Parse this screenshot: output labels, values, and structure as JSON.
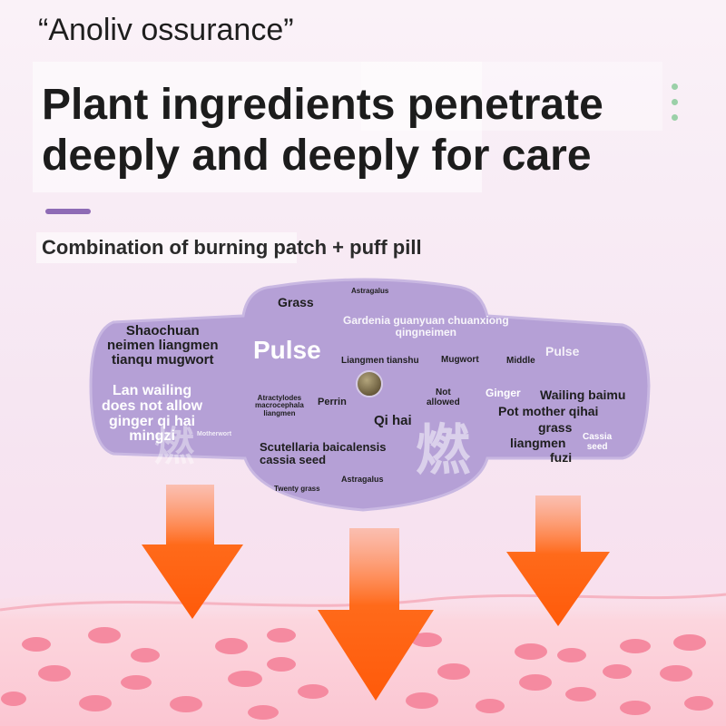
{
  "header": {
    "brand": "“Anoliv ossurance”",
    "headline_line1": "Plant ingredients penetrate",
    "headline_line2": "deeply and deeply for care",
    "subtitle": "Combination of burning patch + puff pill"
  },
  "patch": {
    "labels": {
      "grass_top": "Grass",
      "astragalus_top": "Astragalus",
      "gardenia_line1": "Gardenia guanyuan chuanxiong",
      "gardenia_line2": "qingneimen",
      "shaochuan_line1": "Shaochuan",
      "shaochuan_line2": "neimen liangmen",
      "shaochuan_line3": "tianqu mugwort",
      "pulse_main": "Pulse",
      "liangmen_tianshu": "Liangmen tianshu",
      "mugwort": "Mugwort",
      "middle": "Middle",
      "pulse_small": "Pulse",
      "lan_line1": "Lan wailing",
      "lan_line2": "does not allow",
      "lan_line3": "ginger qi hai",
      "lan_line4": "mingzi",
      "motherwort": "Motherwort",
      "atractylodes_line1": "Atractylodes",
      "atractylodes_line2": "macrocephala",
      "atractylodes_line3": "liangmen",
      "perrin": "Perrin",
      "not_allowed_line1": "Not",
      "not_allowed_line2": "allowed",
      "ginger": "Ginger",
      "wailing_line1": "Wailing baimu",
      "wailing_line2": "Pot mother qihai",
      "wailing_line3": "grass",
      "wailing_line4": "liangmen",
      "wailing_line5": "fuzi",
      "cassia_line1": "Cassia",
      "cassia_line2": "seed",
      "qi_hai": "Qi hai",
      "scutellaria_line1": "Scutellaria baicalensis",
      "scutellaria_line2": "cassia seed",
      "astragalus_bottom": "Astragalus",
      "twenty_grass": "Twenty grass"
    },
    "watermark_char": "燃"
  },
  "colors": {
    "patch": "#b5a0d6",
    "arrow": "#ff6a1a",
    "cell": "#f58aa0",
    "accent": "#8e6bb5"
  }
}
